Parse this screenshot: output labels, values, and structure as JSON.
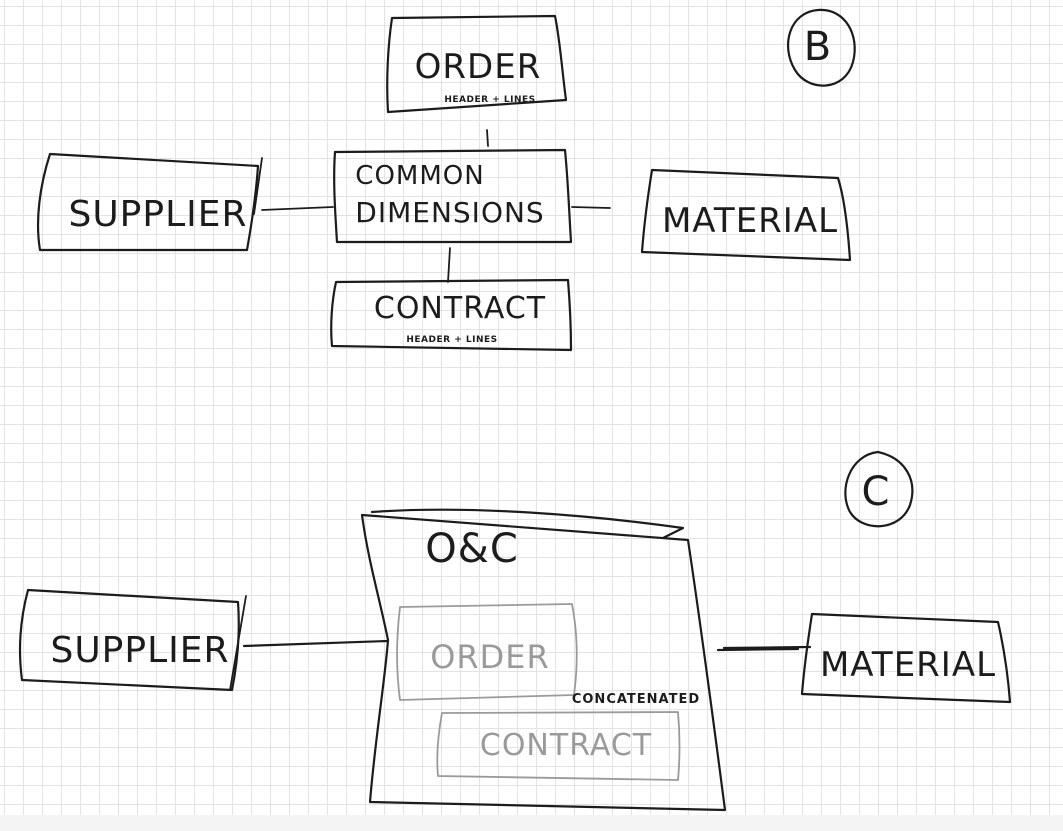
{
  "section_b": {
    "label": "B",
    "order": {
      "title": "ORDER",
      "subtitle": "HEADER + LINES"
    },
    "common": {
      "line1": "COMMON",
      "line2": "DIMENSIONS"
    },
    "supplier": {
      "title": "SUPPLIER"
    },
    "material": {
      "title": "MATERIAL"
    },
    "contract": {
      "title": "CONTRACT",
      "subtitle": "HEADER + LINES"
    }
  },
  "section_c": {
    "label": "C",
    "oc": {
      "title": "O&C"
    },
    "order": {
      "title": "ORDER"
    },
    "contract": {
      "title": "CONTRACT"
    },
    "note": "CONCATENATED",
    "supplier": {
      "title": "SUPPLIER"
    },
    "material": {
      "title": "MATERIAL"
    }
  },
  "colors": {
    "ink": "#1c1c1c",
    "faint_ink": "#9a9a9a",
    "grid": "#e3e3e3"
  }
}
